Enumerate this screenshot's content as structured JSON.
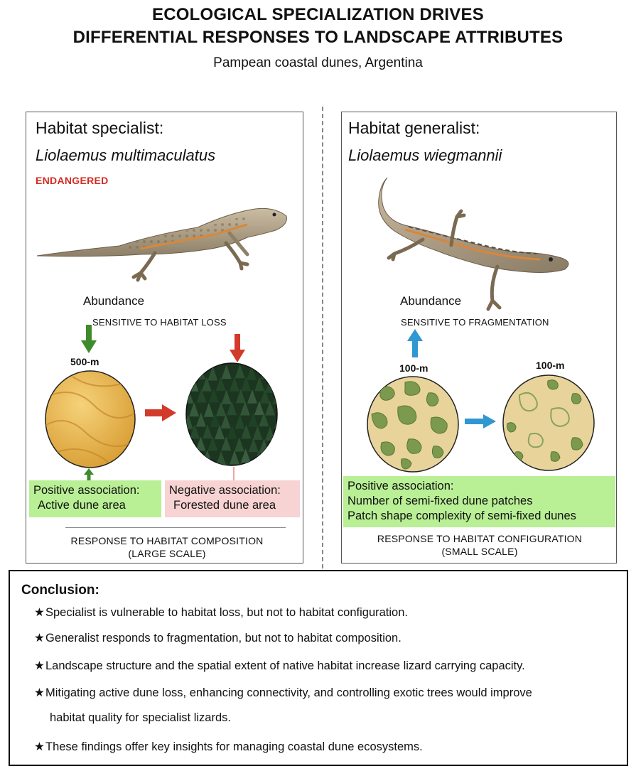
{
  "title": {
    "line1": "ECOLOGICAL SPECIALIZATION DRIVES",
    "line2": "DIFFERENTIAL RESPONSES TO LANDSCAPE ATTRIBUTES",
    "subtitle": "Pampean coastal dunes, Argentina"
  },
  "specialist": {
    "heading": "Habitat specialist:",
    "species": "Liolaemus multimaculatus",
    "status": "ENDANGERED",
    "abundance": "Abundance",
    "sensitivity": "SENSITIVE TO HABITAT LOSS",
    "scale_label": "500-m",
    "positive_title": "Positive association:",
    "positive_item": "Active dune area",
    "negative_title": "Negative association:",
    "negative_item": "Forested dune area",
    "footer_line1": "RESPONSE TO HABITAT COMPOSITION",
    "footer_line2": "(LARGE SCALE)"
  },
  "generalist": {
    "heading": "Habitat generalist:",
    "species": "Liolaemus wiegmannii",
    "abundance": "Abundance",
    "sensitivity": "SENSITIVE TO FRAGMENTATION",
    "scale_label_left": "100-m",
    "scale_label_right": "100-m",
    "positive_title": "Positive association:",
    "positive_item1": "Number of semi-fixed dune patches",
    "positive_item2": "Patch shape complexity of semi-fixed dunes",
    "footer_line1": "RESPONSE TO HABITAT CONFIGURATION",
    "footer_line2": "(SMALL SCALE)"
  },
  "conclusion": {
    "title": "Conclusion:",
    "bullets": [
      "Specialist is vulnerable to habitat loss, but not to habitat configuration.",
      "Generalist responds to fragmentation, but not to habitat composition.",
      "Landscape structure and the spatial extent of native habitat increase lizard carrying capacity.",
      "Mitigating active dune loss, enhancing connectivity, and controlling exotic trees would improve",
      "These findings offer key insights for managing coastal dune ecosystems."
    ],
    "bullet4_cont": "habitat quality for specialist lizards."
  },
  "colors": {
    "endangered": "#d42a20",
    "positive_box": "#b9ef95",
    "negative_box": "#f8d3d3",
    "arrow_green": "#3f8a2a",
    "arrow_red": "#d23a2a",
    "arrow_blue": "#2f97d2",
    "sand": "#e8b94a",
    "forest": "#1f3a22"
  },
  "icons": [
    "lizard-illustration",
    "star-bullet-icon",
    "arrow-down-icon",
    "arrow-up-icon",
    "arrow-right-icon"
  ]
}
